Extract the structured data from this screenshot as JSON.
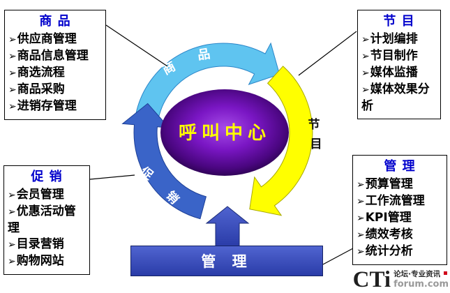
{
  "bullet": "➢",
  "panels": {
    "products": {
      "title": "商 品",
      "items": [
        "供应商管理",
        "商品信息管理",
        "商选流程",
        "商品采购",
        "进销存管理"
      ]
    },
    "programs": {
      "title": "节 目",
      "items": [
        "计划编排",
        "节目制作",
        "媒体监播",
        "媒体效果分析"
      ]
    },
    "promotion": {
      "title": "促 销",
      "items": [
        "会员管理",
        "优惠活动管理",
        "目录营销",
        "购物网站"
      ]
    },
    "management": {
      "title": "管 理",
      "items": [
        "预算管理",
        "工作流管理",
        "KPI管理",
        "绩效考核",
        "统计分析"
      ]
    }
  },
  "center": {
    "label": "呼叫中心"
  },
  "cycle": {
    "top": [
      "商",
      "品"
    ],
    "right": [
      "节",
      "目"
    ],
    "left": [
      "促",
      "销"
    ]
  },
  "bottom_bar": {
    "label": "管 理"
  },
  "logo": {
    "name": "CTi",
    "tagline": "论坛·专业资讯",
    "domain": "forum.com"
  },
  "colors": {
    "top_arrow": "#5FC4F0",
    "right_arrow": "#FFFF00",
    "left_arrow": "#3A64C8",
    "bar_blue": "#3246B0",
    "panel_title": "#0000CC",
    "center_text": "#FFFF00",
    "ellipse_dark": "#1C0038"
  }
}
